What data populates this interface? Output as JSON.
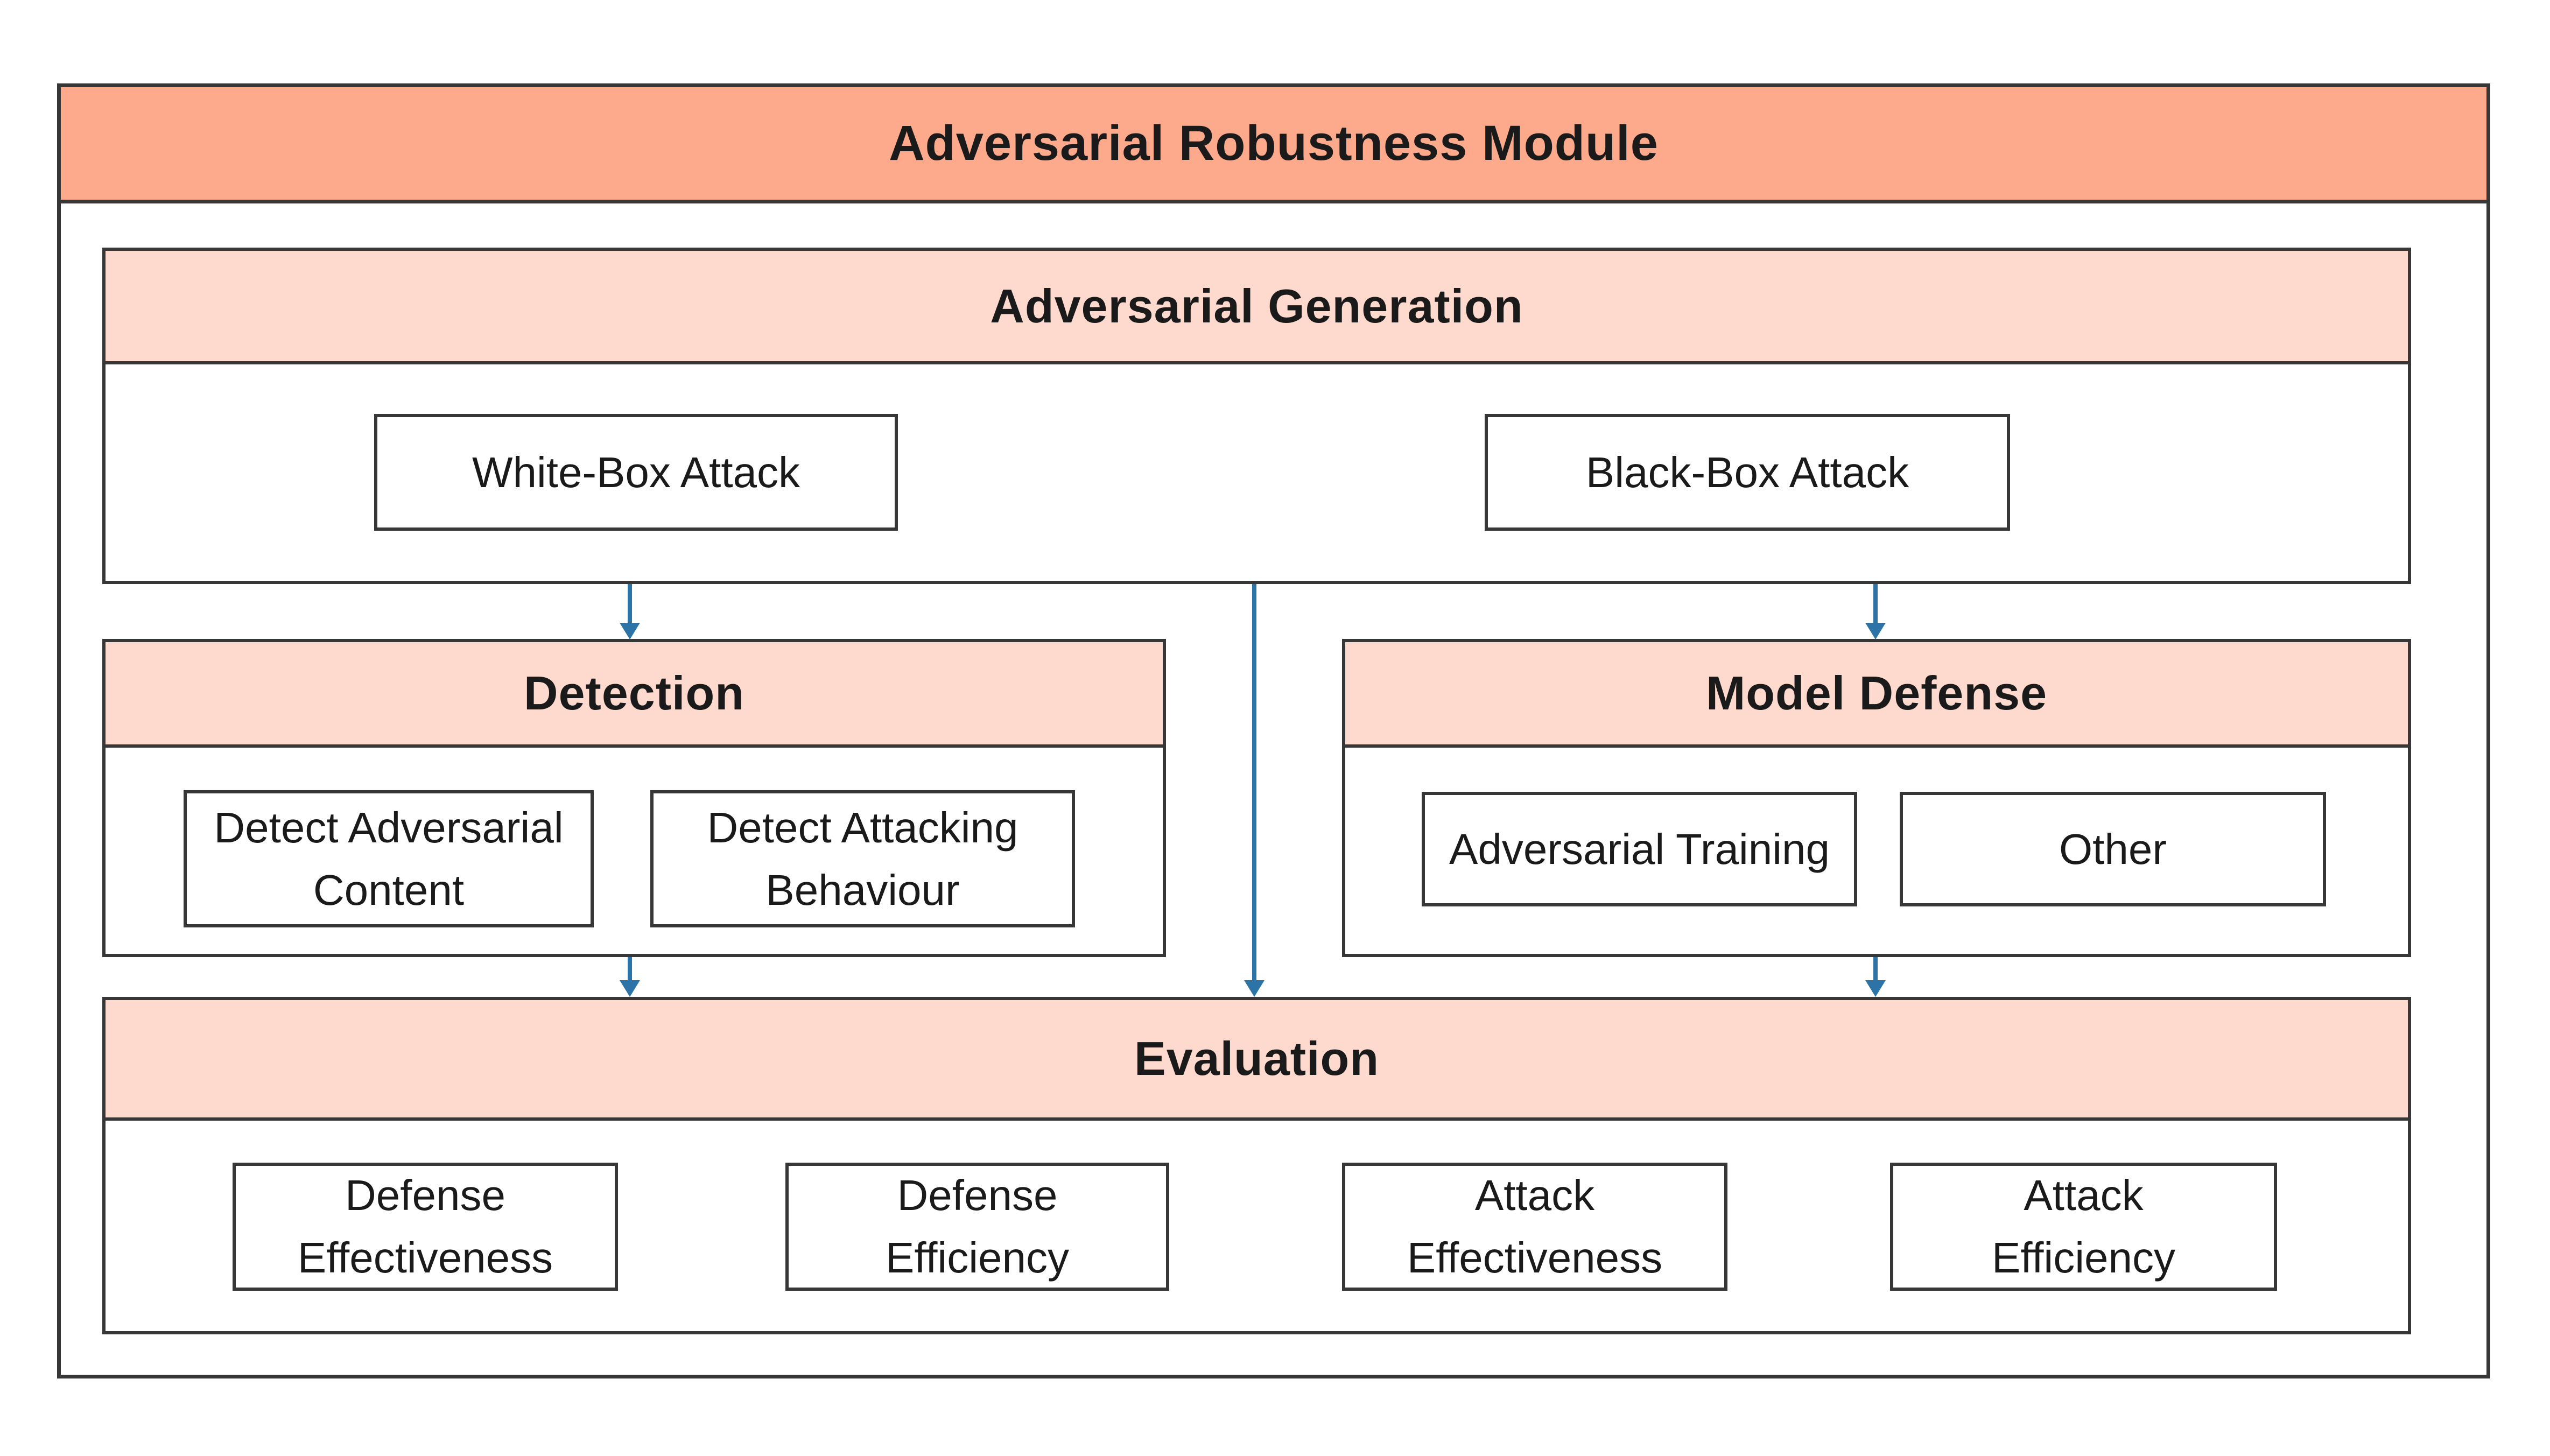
{
  "title": "Adversarial Robustness Module",
  "sections": {
    "generation": {
      "label": "Adversarial Generation",
      "items": [
        "White-Box Attack",
        "Black-Box Attack"
      ]
    },
    "detection": {
      "label": "Detection",
      "items": [
        "Detect Adversarial Content",
        "Detect Attacking Behaviour"
      ]
    },
    "model_defense": {
      "label": "Model Defense",
      "items": [
        "Adversarial Training",
        "Other"
      ]
    },
    "evaluation": {
      "label": "Evaluation",
      "items": [
        "Defense Effectiveness",
        "Defense Efficiency",
        "Attack Effectiveness",
        "Attack Efficiency"
      ]
    }
  },
  "connections": [
    {
      "from": "Adversarial Generation",
      "to": "Detection"
    },
    {
      "from": "Adversarial Generation",
      "to": "Evaluation"
    },
    {
      "from": "Adversarial Generation",
      "to": "Model Defense"
    },
    {
      "from": "Detection",
      "to": "Evaluation"
    },
    {
      "from": "Model Defense",
      "to": "Evaluation"
    }
  ],
  "colors": {
    "title_bg": "#FCA98C",
    "header_bg": "#FED9CE",
    "border": "#373737",
    "arrow": "#2C74A7",
    "text": "#1A1A1A"
  }
}
